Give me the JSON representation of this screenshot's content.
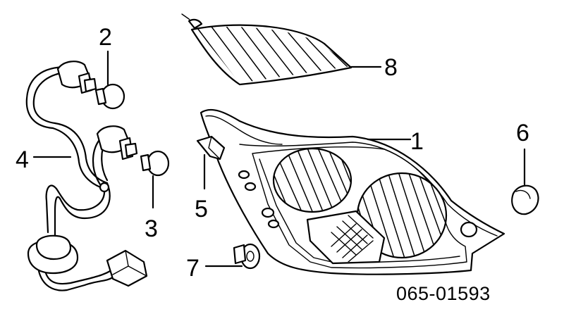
{
  "callouts": [
    {
      "id": "1",
      "label": "1"
    },
    {
      "id": "2",
      "label": "2"
    },
    {
      "id": "3",
      "label": "3"
    },
    {
      "id": "4",
      "label": "4"
    },
    {
      "id": "5",
      "label": "5"
    },
    {
      "id": "6",
      "label": "6"
    },
    {
      "id": "7",
      "label": "7"
    },
    {
      "id": "8",
      "label": "8"
    }
  ],
  "diagram_code": "065-01593"
}
